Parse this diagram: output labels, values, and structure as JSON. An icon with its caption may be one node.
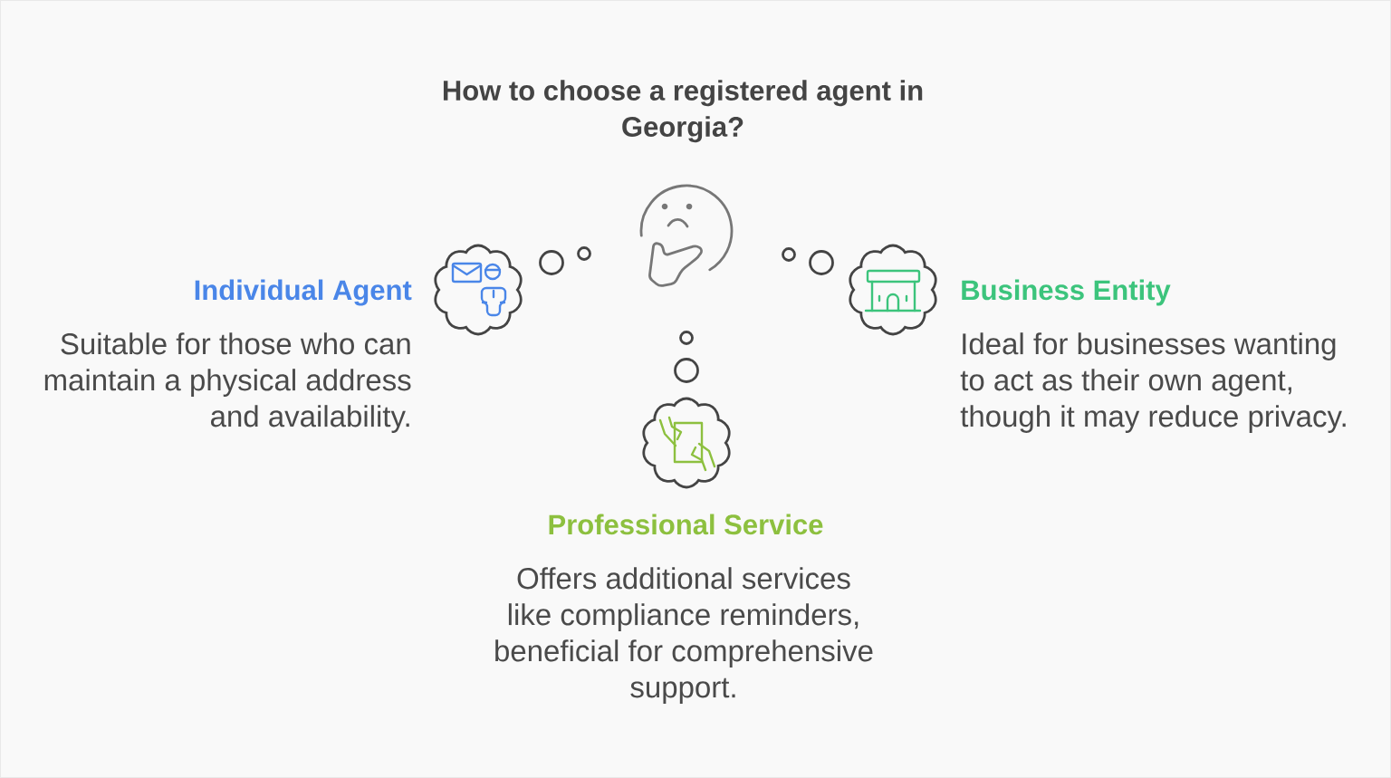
{
  "diagram": {
    "title": "How to choose a registered agent in Georgia?",
    "nodes": [
      {
        "text": [],
        "shape": "cloud",
        "beside": [
          "Individual Agent",
          "Suitable for those who can maintain a physical address and availability."
        ]
      },
      {
        "text": [],
        "shape": "cloud",
        "beside": [
          "Business Entity",
          "Ideal for businesses wanting to act as their own agent, though it may reduce privacy."
        ]
      },
      {
        "text": [],
        "shape": "cloud",
        "beside": [
          "Professional Service",
          "Offers additional services like compliance reminders, beneficial for comprehensive support."
        ]
      }
    ]
  }
}
